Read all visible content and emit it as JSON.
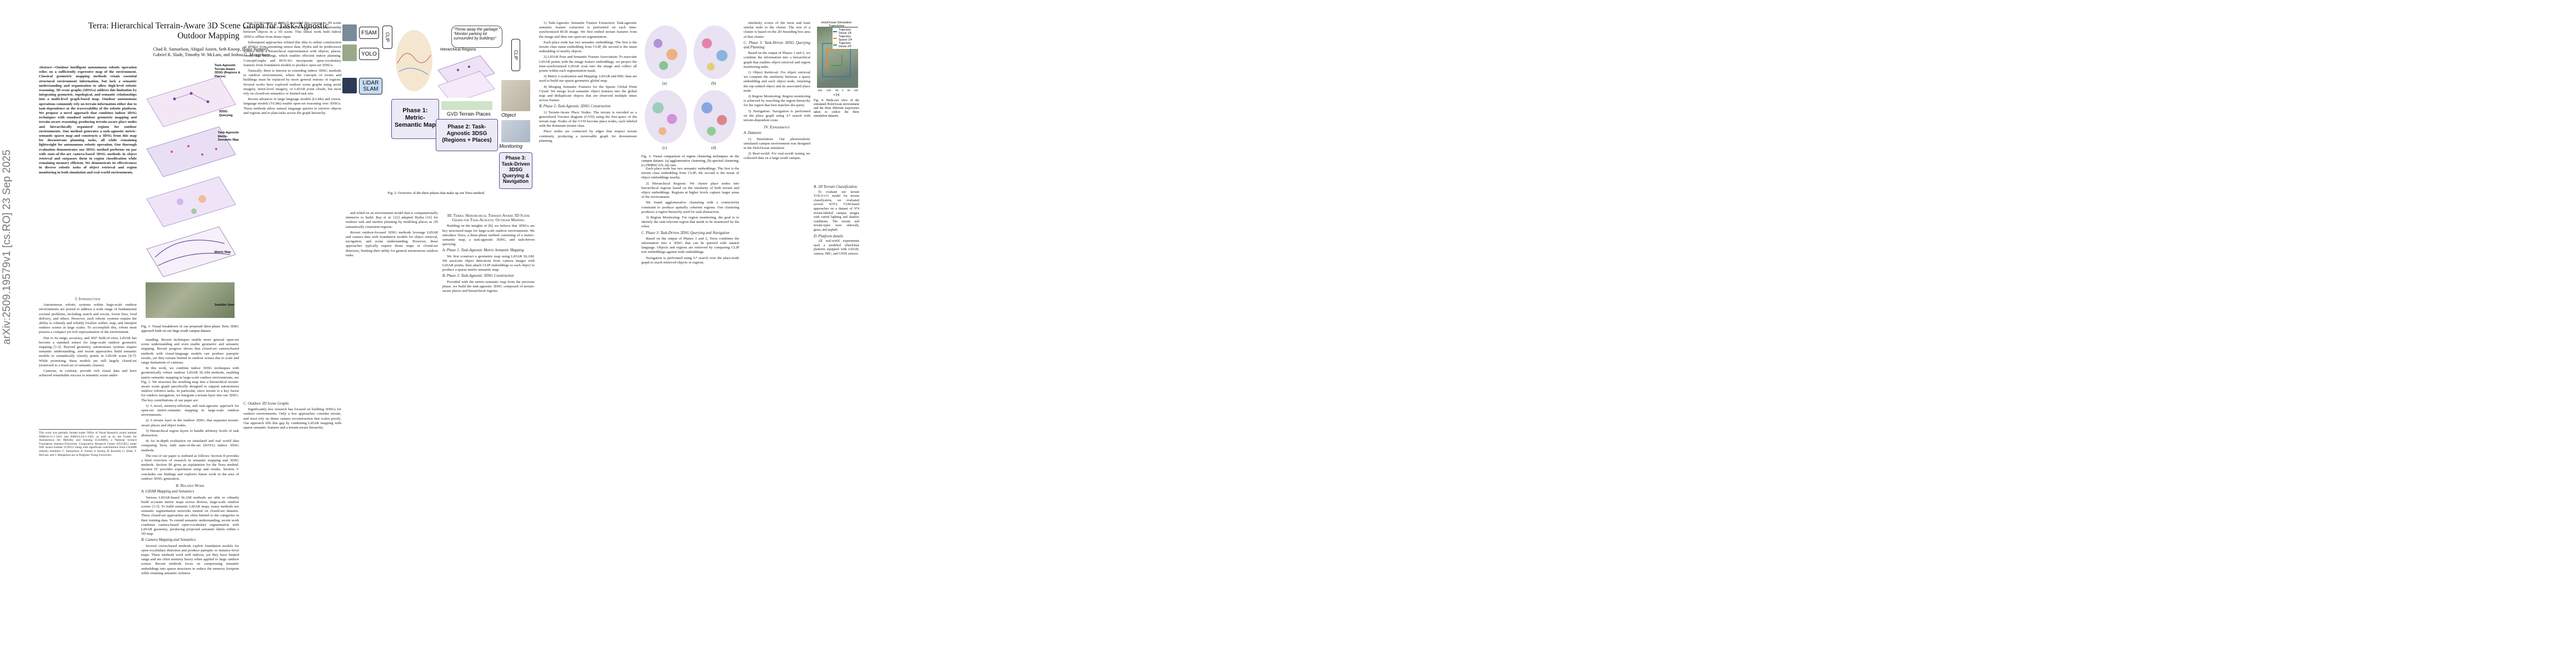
{
  "sidebar": {
    "arxiv_id": "arXiv:2509.19579v1  [cs.RO]  23 Sep 2025"
  },
  "paper": {
    "title_line1": "Terra: Hierarchical Terrain-Aware 3D Scene Graph for Task-Agnostic",
    "title_line2": "Outdoor Mapping",
    "authors_line1": "Chad R. Samuelson, Abigail Austin, Seth Knoop, Blake Romrell,",
    "authors_line2": "Gabriel R. Slade, Timothy W. McLain, and Joshua G. Mangelson"
  },
  "col1": {
    "abstract_label": "Abstract",
    "abstract": "—Outdoor intelligent autonomous robotic operation relies on a sufficiently expressive map of the environment. Classical geometric mapping methods retain essential structural environment information, but lack a semantic understanding and organization to allow high-level robotic reasoning. 3D scene graphs (3DSGs) address this limitation by integrating geometric, topological, and semantic relationships into a multi-level graph-based map. Outdoor autonomous operations commonly rely on terrain information either due to task-dependence or the traversability of the robotic platform. We propose a novel approach that combines indoor 3DSG techniques with standard outdoor geometric mapping and terrain-aware reasoning, producing terrain-aware place nodes and hierarchically organized regions for outdoor environments. Our method generates a task-agnostic metric-semantic sparse map and constructs a 3DSG from this map for downstream planning tasks, all while remaining lightweight for autonomous robotic operation. Our thorough evaluation demonstrates our 3DSG method performs on par with state-of-the-art camera-based 3DSG methods in object retrieval and surpasses them in region classification while remaining memory efficient. We demonstrate its effectiveness in diverse robotic tasks of object retrieval and region monitoring in both simulation and real-world environments.",
    "sec1": "I. Introduction",
    "p1": "Autonomous robotic systems within large-scale outdoor environments are poised to address a wide range of fundamental societal problems, including search and rescue, forest fires, food delivery, and others. However, such robotic systems require the ability to robustly and reliably localize within, map, and interpret outdoor scenes at large scales. To accomplish this, robots must possess a compact yet rich representation of the environment.",
    "p2": "Due to its range, accuracy, and 360° field-of-view, LiDAR has become a standard sensor for large-scale outdoor geometric mapping [1-3]. Beyond geometry, autonomous systems require semantic understanding, and recent approaches build semantic models to semantically classify points in LiDAR scans [4-7]. While promising, these models are still largely closed-set (restricted to a fixed set of semantic classes).",
    "p3": "Cameras, in contrast, provide rich visual data and have achieved remarkable success in semantic scene under-",
    "footnote": "This work was partially funded under Office of Naval Research award number N00014-21-1-2435 and N00014-24-1-2303, as well as by the Center for Autonomous Air Mobility and Sensing (CAAMS), a National Science Foundation Industry/University Cooperative Research Center (I/UCRC) under NSF award number 2139551 along with significant contributions from CAAMS industry members. C. Samuelson, A. Austin, S. Knoop, B. Romrell, G. Slade, T. McLain, and J. Mangelson are at Brigham Young University."
  },
  "fig1": {
    "labels": [
      "Task-Agnostic Terrain-Aware 3DSG (Regions & Places)",
      "3DSG Querying",
      "Task-Agnostic Metric-Semantic Map",
      "Metric Map",
      "Satellite View"
    ],
    "caption": "Fig. 1: Visual breakdown of our proposed three-phase Terra 3DSG approach built on our large south campus dataset."
  },
  "col2": {
    "p0": "standing. Recent techniques enable more general open-set scene understanding and even enable geometric and semantic mapping. Recent progress shows that closed-set camera-based methods with visual-language models can produce panoptic results, yet they remain limited in outdoor scenes due to scale and range limitations of cameras.",
    "p1": "In this work, we combine indoor 3DSG techniques with geometrically robust outdoor LiDAR SLAM methods, enabling metric-semantic mapping in large-scale outdoor environments, see Fig. 1. We structure the resulting map into a hierarchical terrain-aware scene graph specifically designed to support autonomous outdoor robotics tasks. In particular, since terrain is a key factor for outdoor navigation, we integrate a terrain layer into our 3DSG. The key contributions of our paper are:",
    "c1": "1) A novel, memory-efficient, and task-agnostic approach for open-set metric-semantic mapping in large-scale outdoor environments.",
    "c2": "2) A terrain layer in the outdoor 3DSG that separates terrain-aware places and object nodes.",
    "c3": "3) Hierarchical region layers to handle arbitrary levels of task abstraction.",
    "c4": "4) An in-depth evaluation on simulated and real world data comparing Terra with state-of-the-art (SOTA) indoor 3DSG methods.",
    "p2": "The rest of our paper is outlined as follows: Section II provides a brief overview of research in semantic mapping and 3DSG methods. Section III gives an explanation for the Terra method. Section IV provides experiment setup and results. Section V concludes our findings and explores future work in the area of outdoor 3DSG generation.",
    "sec2": "II. Related Work",
    "sub1": "A. LiDAR Mapping and Semantics",
    "p3": "Various LiDAR-based SLAM methods are able to robustly build accurate metric maps across diverse, large-scale outdoor scenes [1-3]. To build semantic LiDAR maps, many methods use semantic segmentation networks trained on closed-set datasets. These closed-set approaches are often limited to the categories in their training data. To extend semantic understanding, recent work combines camera-based open-vocabulary segmentation with LiDAR geometry, producing projected semantic labels within a 3D map.",
    "sub2": "B. Camera Mapping and Semantics",
    "p4": "Several vision-based methods exploit foundation models for open-vocabulary detection and produce panoptic or instance-level maps. These methods work well indoors, yet they have limited range and are often memory heavy when applied to large outdoor scenes. Recent methods focus on compressing semantic embeddings into sparse structures to reduce the memory footprint while retaining semantic richness."
  },
  "col3": {
    "p0": "ing [11]. Armeni et al. [12] extended this concept to 3D scene graphs (3DSGs) that explicitly represent the spatial relationship between objects in a 3D scene. This initial work built indoor 3DSGs offline from dense input.",
    "p1": "Subsequent approaches refined this idea to online construction of 3DSGs from streaming sensor data. Hydra and its predecessor Kimera build a hierarchical representation with objects, places, rooms, and buildings, which enables efficient indoor planning. ConceptGraphs and HOV-SG incorporate open-vocabulary features from foundation models to produce open-set 3DSGs.",
    "p2": "Naturally, there is interest in extending indoor 3DSG methods to outdoor environments, where the concepts of rooms and buildings must be replaced by more general notions of regions. Several works have explored outdoor scene graphs using aerial imagery, street-level imagery, or LiDAR point clouds, but most rely on closed-set semantics or limited task sets.",
    "p3": "Recent advances in large language models (LLMs) and vision-language models (VLMs) enable open-set reasoning over 3DSGs. These methods allow natural language queries to retrieve objects and regions and to plan tasks across the graph hierarchy.",
    "sub1": "C. Outdoor 3D Scene Graphs",
    "p4": "Significantly less research has focused on building 3DSGs for outdoor environments. Only a few approaches consider terrain, and most rely on dense camera reconstruction that scales poorly. Our approach fills this gap by combining LiDAR mapping with sparse semantic features and a terrain-aware hierarchy."
  },
  "fig2": {
    "boxes": [
      "FSAM",
      "CLIP",
      "YOLO",
      "LiDAR SLAM",
      "CLIP"
    ],
    "speech1": "\"Throw away the garbage.\"",
    "speech2": "\"Monitor parking lot surrounded by buildings\"",
    "hier_label": "Hierarchical Regions",
    "gvd_label": "GVD Terrain Places",
    "phase1": "Phase 1: Metric-Semantic Map",
    "phase2": "Phase 2: Task-Agnostic 3DSG (Regions + Places)",
    "phase3": "Phase 3: Task-Driven 3DSG Querying & Navigation",
    "object_label": "Object",
    "monitor_label": "Monitoring",
    "caption": "Fig. 2: Overview of the three phases that make up our Terra method."
  },
  "col4": {
    "p0": "and relied on an environment model that is computationally intensive to build. Ray et al. [22] adapted Hydra [16] for outdoor task and motion planning by modeling places as 2D semantically consistent regions.",
    "p1": "Recent outdoor-focused 3DSG methods leverage LiDAR and camera data with foundation models for object retrieval, navigation, and scene understanding. However, these approaches typically require dense maps or closed-set detectors, limiting their utility for general autonomous outdoor tasks.",
    "sec1": "III. Terra: Hierarchical Terrain-Aware 3D Scene Graph for Task-Agnostic Outdoor Mapping",
    "p2": "Building on the insights of [8], we believe that 3DSGs are key structured maps for large-scale outdoor environments. We introduce Terra, a three-phase method consisting of a metric-semantic map, a task-agnostic 3DSG, and task-driven querying.",
    "sub1": "A. Phase 1: Task-Agnostic Metric-Semantic Mapping",
    "p3": "We first construct a geometric map using LiDAR SLAM. We associate object detections from camera images with LiDAR points, then attach CLIP embeddings to each object to produce a sparse metric-semantic map.",
    "sub2": "B. Phase 2: Task-Agnostic 3DSG Construction",
    "p4": "Provided with the metric-semantic map from the previous phase, we build the task-agnostic 3DSG composed of terrain-aware places and hierarchical regions."
  },
  "col5": {
    "p0": "1) Task-Agnostic Semantic Feature Extraction: Task-agnostic semantic feature extraction is performed on each time-synchronized RGB image. We first embed terrain features from the image and then run open-set segmentation.",
    "p1": "Each place node has two semantic embeddings. The first is the terrain class name embedding from CLIP, the second is the mean embedding of nearby objects.",
    "p2": "2) LiDAR Pose and Semantic Feature Association: To associate LiDAR points with the image feature embeddings, we project the time-synchronized LiDAR scan into the image and collect all points within each segmentation mask.",
    "p3": "3) Metric Localization and Mapping: LiDAR and IMU data are used to build our sparse geometric global map.",
    "p4": "4) Merging Semantic Features for the Sparse Global Point Cloud: We merge local semantic object features into the global map and deduplicate objects that are observed multiple times across frames.",
    "sub1": "B. Phase 2: Task-Agnostic 3DSG Construction",
    "p5": "1) Terrain-Aware Place Nodes: The terrain is encoded as a generalized Voronoi diagram (GVD) using the free-space of the terrain map. Nodes of the GVD become place nodes, each labeled with the dominant terrain class.",
    "p6": "Place nodes are connected by edges that respect terrain continuity, producing a traversable graph for downstream planning."
  },
  "fig3": {
    "labels": [
      "(a)",
      "(b)",
      "(c)",
      "(d)"
    ],
    "caption": "Fig. 3: Visual comparison of region clustering techniques on the campus dataset: (a) agglomerative clustering, (b) spectral clustering, (c) HDBSCAN, (d) ours."
  },
  "col6": {
    "p0": "Each place node has two semantic embeddings. The first is the terrain class embedding from CLIP; the second is the mean of object embeddings nearby.",
    "p1": "2) Hierarchical Regions: We cluster place nodes into hierarchical regions based on the similarity of both terrain and object embeddings. Regions at higher levels capture larger areas of the environment.",
    "p2": "We found agglomerative clustering with a connectivity constraint to produce spatially coherent regions. Our clustering produces a region hierarchy used for task abstraction.",
    "p3": "3) Region Monitoring: For region monitoring, the goal is to identify the task-relevant region that needs to be monitored by the robot.",
    "sub1": "C. Phase 3: Task-Driven 3DSG Querying and Navigation",
    "p4": "Based on the output of Phases 1 and 2, Terra combines the information into a 3DSG that can be queried with natural language. Objects and regions are retrieved by comparing CLIP text embeddings against node embeddings.",
    "p5": "Navigation is performed using A* search over the place-node graph to reach retrieved objects or regions."
  },
  "col7": {
    "p0": "similarity scores of the most and least similar node to the cluster. The size of a cluster is based on the 2D bounding box area of that cluster.",
    "sub1": "C. Phase 3: Task-Driven 3DSG Querying and Planning",
    "p1": "Based on the output of Phases 1 and 2, we combine the information into a hierarchical graph that enables object retrieval and region monitoring tasks.",
    "p2": "1) Object Retrieval: For object retrieval we compute the similarity between a query embedding and each object node, returning the top-ranked object and its associated place node.",
    "p3": "2) Region Monitoring: Region monitoring is achieved by searching the region hierarchy for the region that best matches the query.",
    "p4": "3) Navigation: Navigation is performed on the place graph using A* search with terrain-dependent costs.",
    "sec1": "IV. Experiments",
    "sub2": "A. Datasets",
    "p5": "1) Simulation: Our photorealistic simulated campus environment was designed in the HoloOcean simulator.",
    "p6": "2) Real-world: For real-world testing we collected data on a large south campus."
  },
  "fig4": {
    "plot_title": "HoloOcean Simulation Trajectories",
    "legend": [
      "Trajectory Dense 1/4",
      "Trajectory Sparse 1/4",
      "Trajectory Dense 2/4"
    ],
    "legend_colors": [
      "#1f77b4",
      "#ff7f0e",
      "#2ca02c"
    ],
    "x_ticks": [
      "-150",
      "-100",
      "-50",
      "0",
      "50",
      "100"
    ],
    "x_label": "x [m]",
    "caption": "Fig. 4: Birds-eye view of the simulated HoloOcean environment and the three different trajectories taken to collect the three simulation datasets."
  },
  "col8": {
    "sub1": "B. 3D Terrain Classification",
    "p1": "To evaluate our terrain YOLO-v11 model for terrain classification, we evaluated several SOTA VLM-based approaches on a dataset of 974 terrain-labeled campus images with varied lighting and shadow conditions. The terrain and terrain-types were sidewalk, grass, and asphalt.",
    "sub2": "D. Platform details",
    "p2": "All real-world experiments used a modified wheelchair platform equipped with LiDAR, camera, IMU, and GNSS sensors."
  }
}
